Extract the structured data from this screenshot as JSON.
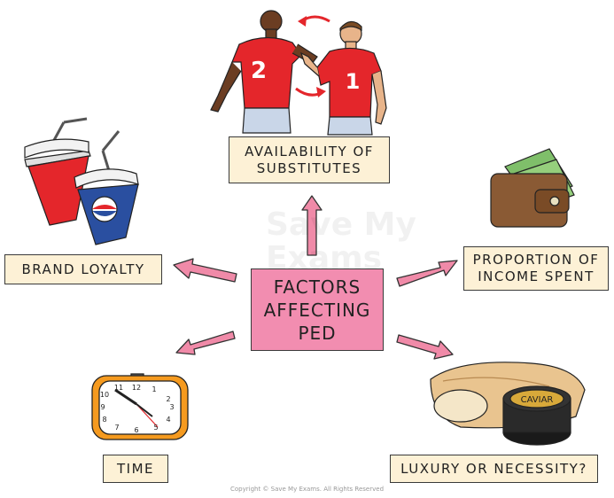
{
  "center": {
    "line1": "FACTORS",
    "line2": "AFFECTING",
    "line3": "PED"
  },
  "factors": {
    "substitutes": {
      "line1": "AVAILABILITY OF",
      "line2": "SUBSTITUTES"
    },
    "brand": {
      "line1": "BRAND LOYALTY"
    },
    "income": {
      "line1": "PROPORTION OF",
      "line2": "INCOME SPENT"
    },
    "time": {
      "line1": "TIME"
    },
    "luxury": {
      "line1": "LUXURY OR NECESSITY?"
    }
  },
  "illustrations": {
    "player_left_number": "2",
    "player_right_number": "1",
    "caviar_label": "CAVIAR"
  },
  "watermark": {
    "line1": "Save My",
    "line2": "Exams"
  },
  "copyright": "Copyright © Save My Exams. All Rights Reserved",
  "colors": {
    "arrow": "#f08aa8",
    "center_box": "#f28db0",
    "factor_box": "#fdf1d6",
    "jersey": "#e4262b",
    "clock": "#f59a1f"
  },
  "icons": [
    "football-players-icon",
    "soft-drink-cups-icon",
    "wallet-icon",
    "alarm-clock-icon",
    "bread-caviar-icon"
  ]
}
